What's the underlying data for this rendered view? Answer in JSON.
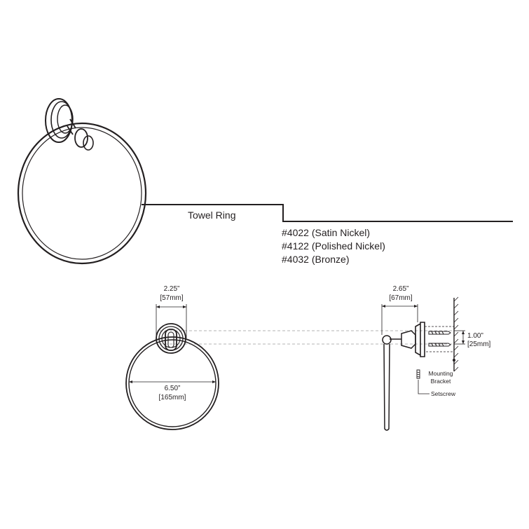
{
  "product": {
    "name": "Towel Ring",
    "variants": [
      "#4022 (Satin Nickel)",
      "#4122 (Polished Nickel)",
      "#4032 (Bronze)"
    ]
  },
  "dimensions": {
    "base_width": {
      "imperial": "2.25”",
      "metric": "[57mm]"
    },
    "projection": {
      "imperial": "2.65”",
      "metric": "[67mm]"
    },
    "bracket_height": {
      "imperial": "1.00”",
      "metric": "[25mm]"
    },
    "ring_diameter": {
      "imperial": "6.50”",
      "metric": "[165mm]"
    }
  },
  "callouts": {
    "mounting_bracket": [
      "Mounting",
      "Bracket"
    ],
    "setscrew": "Setscrew"
  },
  "colors": {
    "line": "#231f20",
    "guide": "#9a9a9a",
    "background": "#ffffff"
  }
}
